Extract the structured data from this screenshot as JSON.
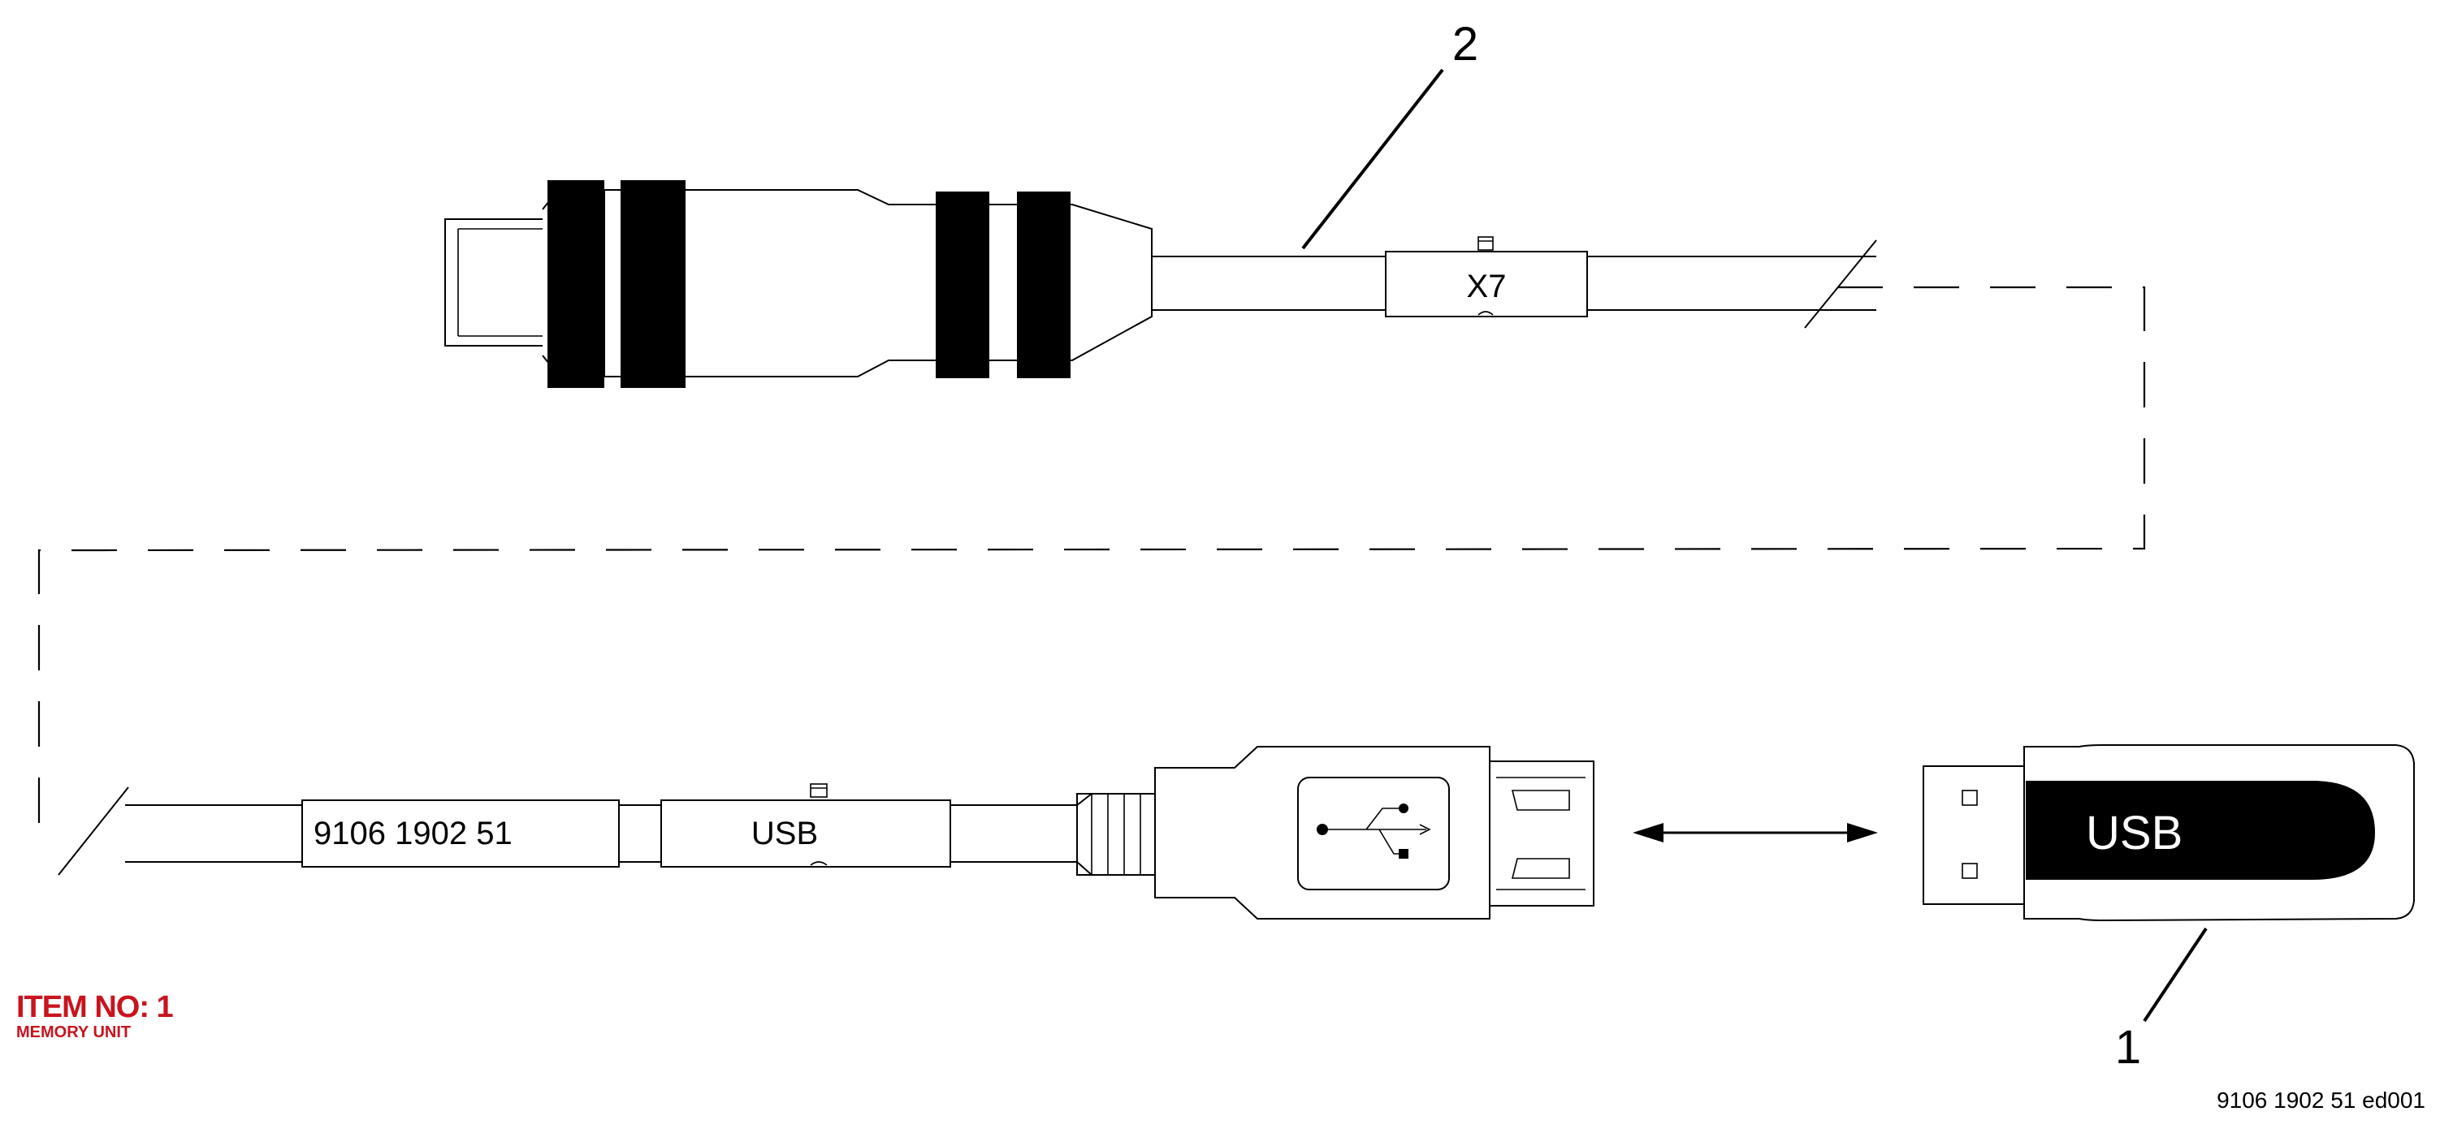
{
  "diagram": {
    "callouts": {
      "cable": "2",
      "memory_stick": "1"
    },
    "cable_marker_top": "X7",
    "cable_marker_usb": "USB",
    "cable_part_label": "9106 1902 51",
    "memory_stick_label": "USB"
  },
  "item": {
    "number_label": "ITEM NO: 1",
    "description": "MEMORY UNIT"
  },
  "drawing_reference": "9106 1902 51 ed001",
  "colors": {
    "item_text": "#c8141e",
    "line": "#000000",
    "background": "#ffffff"
  },
  "icons": [
    "usb-trident-icon",
    "double-arrow-icon"
  ]
}
